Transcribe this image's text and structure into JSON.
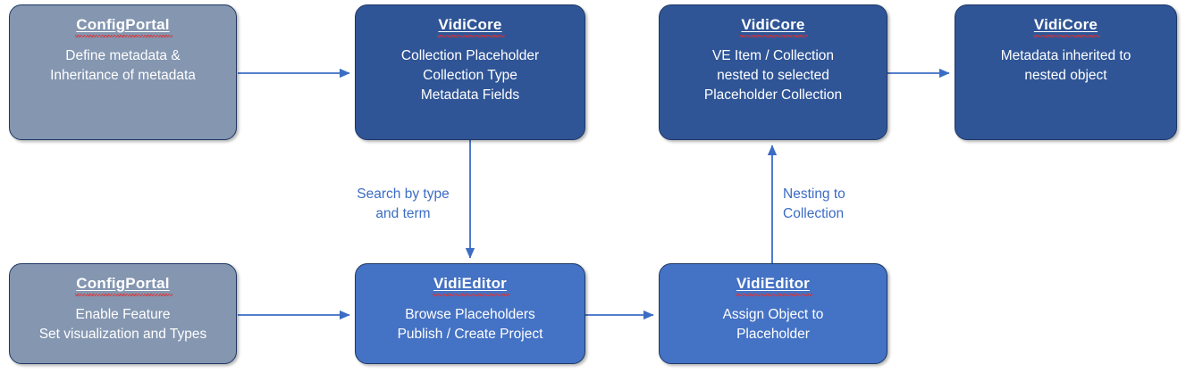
{
  "diagram": {
    "accent_blue_dark": "#2F5597",
    "accent_blue_medium": "#4472C4",
    "accent_gray_blue": "#8496B0",
    "connector_color": "#3C6CC4",
    "spellcheck_underline_color": "#E03030",
    "nodes": [
      {
        "id": "config-portal-metadata",
        "title": "ConfigPortal",
        "body": "Define metadata &\nInheritance of metadata",
        "style": "gray"
      },
      {
        "id": "vidicore-collection-placeholder",
        "title": "VidiCore",
        "body": "Collection Placeholder\nCollection Type\nMetadata Fields",
        "style": "dark"
      },
      {
        "id": "vidicore-nested-item",
        "title": "VidiCore",
        "body": "VE Item / Collection\nnested to selected\nPlaceholder Collection",
        "style": "dark"
      },
      {
        "id": "vidicore-metadata-inherited",
        "title": "VidiCore",
        "body": "Metadata inherited to\nnested object",
        "style": "dark"
      },
      {
        "id": "config-portal-feature",
        "title": "ConfigPortal",
        "body": "Enable Feature\nSet visualization and Types",
        "style": "gray"
      },
      {
        "id": "vidieditor-browse",
        "title": "VidiEditor",
        "body": "Browse Placeholders\nPublish / Create Project",
        "style": "medium"
      },
      {
        "id": "vidieditor-assign",
        "title": "VidiEditor",
        "body": "Assign Object to\nPlaceholder",
        "style": "medium"
      }
    ],
    "edge_labels": [
      {
        "id": "search-by-type-and-term",
        "text": "Search by type\nand term"
      },
      {
        "id": "nesting-to-collection",
        "text": "Nesting to\nCollection"
      }
    ]
  }
}
